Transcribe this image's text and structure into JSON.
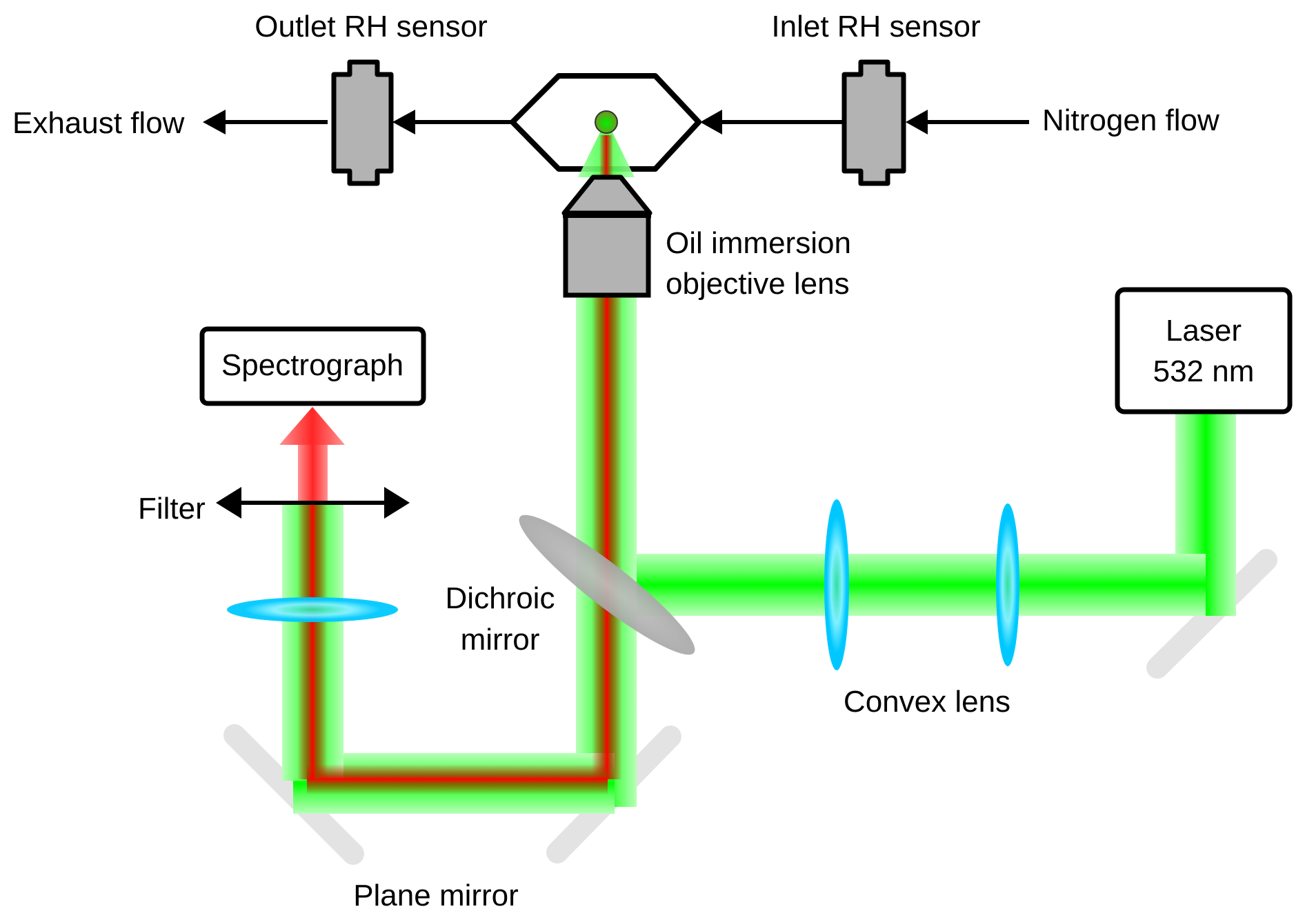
{
  "diagram": {
    "title": "Raman micro-spectroscopy setup with humidity-controlled cell",
    "labels": {
      "outlet_sensor": "Outlet RH sensor",
      "inlet_sensor": "Inlet RH sensor",
      "exhaust_flow": "Exhaust flow",
      "nitrogen_flow": "Nitrogen flow",
      "objective_line1": "Oil immersion",
      "objective_line2": "objective lens",
      "spectrograph": "Spectrograph",
      "laser_line1": "Laser",
      "laser_line2": "532 nm",
      "filter": "Filter",
      "dichroic_line1": "Dichroic",
      "dichroic_line2": "mirror",
      "convex_lens": "Convex lens",
      "plane_mirror": "Plane mirror"
    },
    "colors": {
      "excitation_beam": "#00ff00",
      "scattered_beam": "#ff0000",
      "lens": "#00c8ff",
      "sensor_fill": "#b3b3b3",
      "mirror": "#e3e3e3",
      "dichroic": "#b0b0b0",
      "outline": "#000000"
    }
  }
}
